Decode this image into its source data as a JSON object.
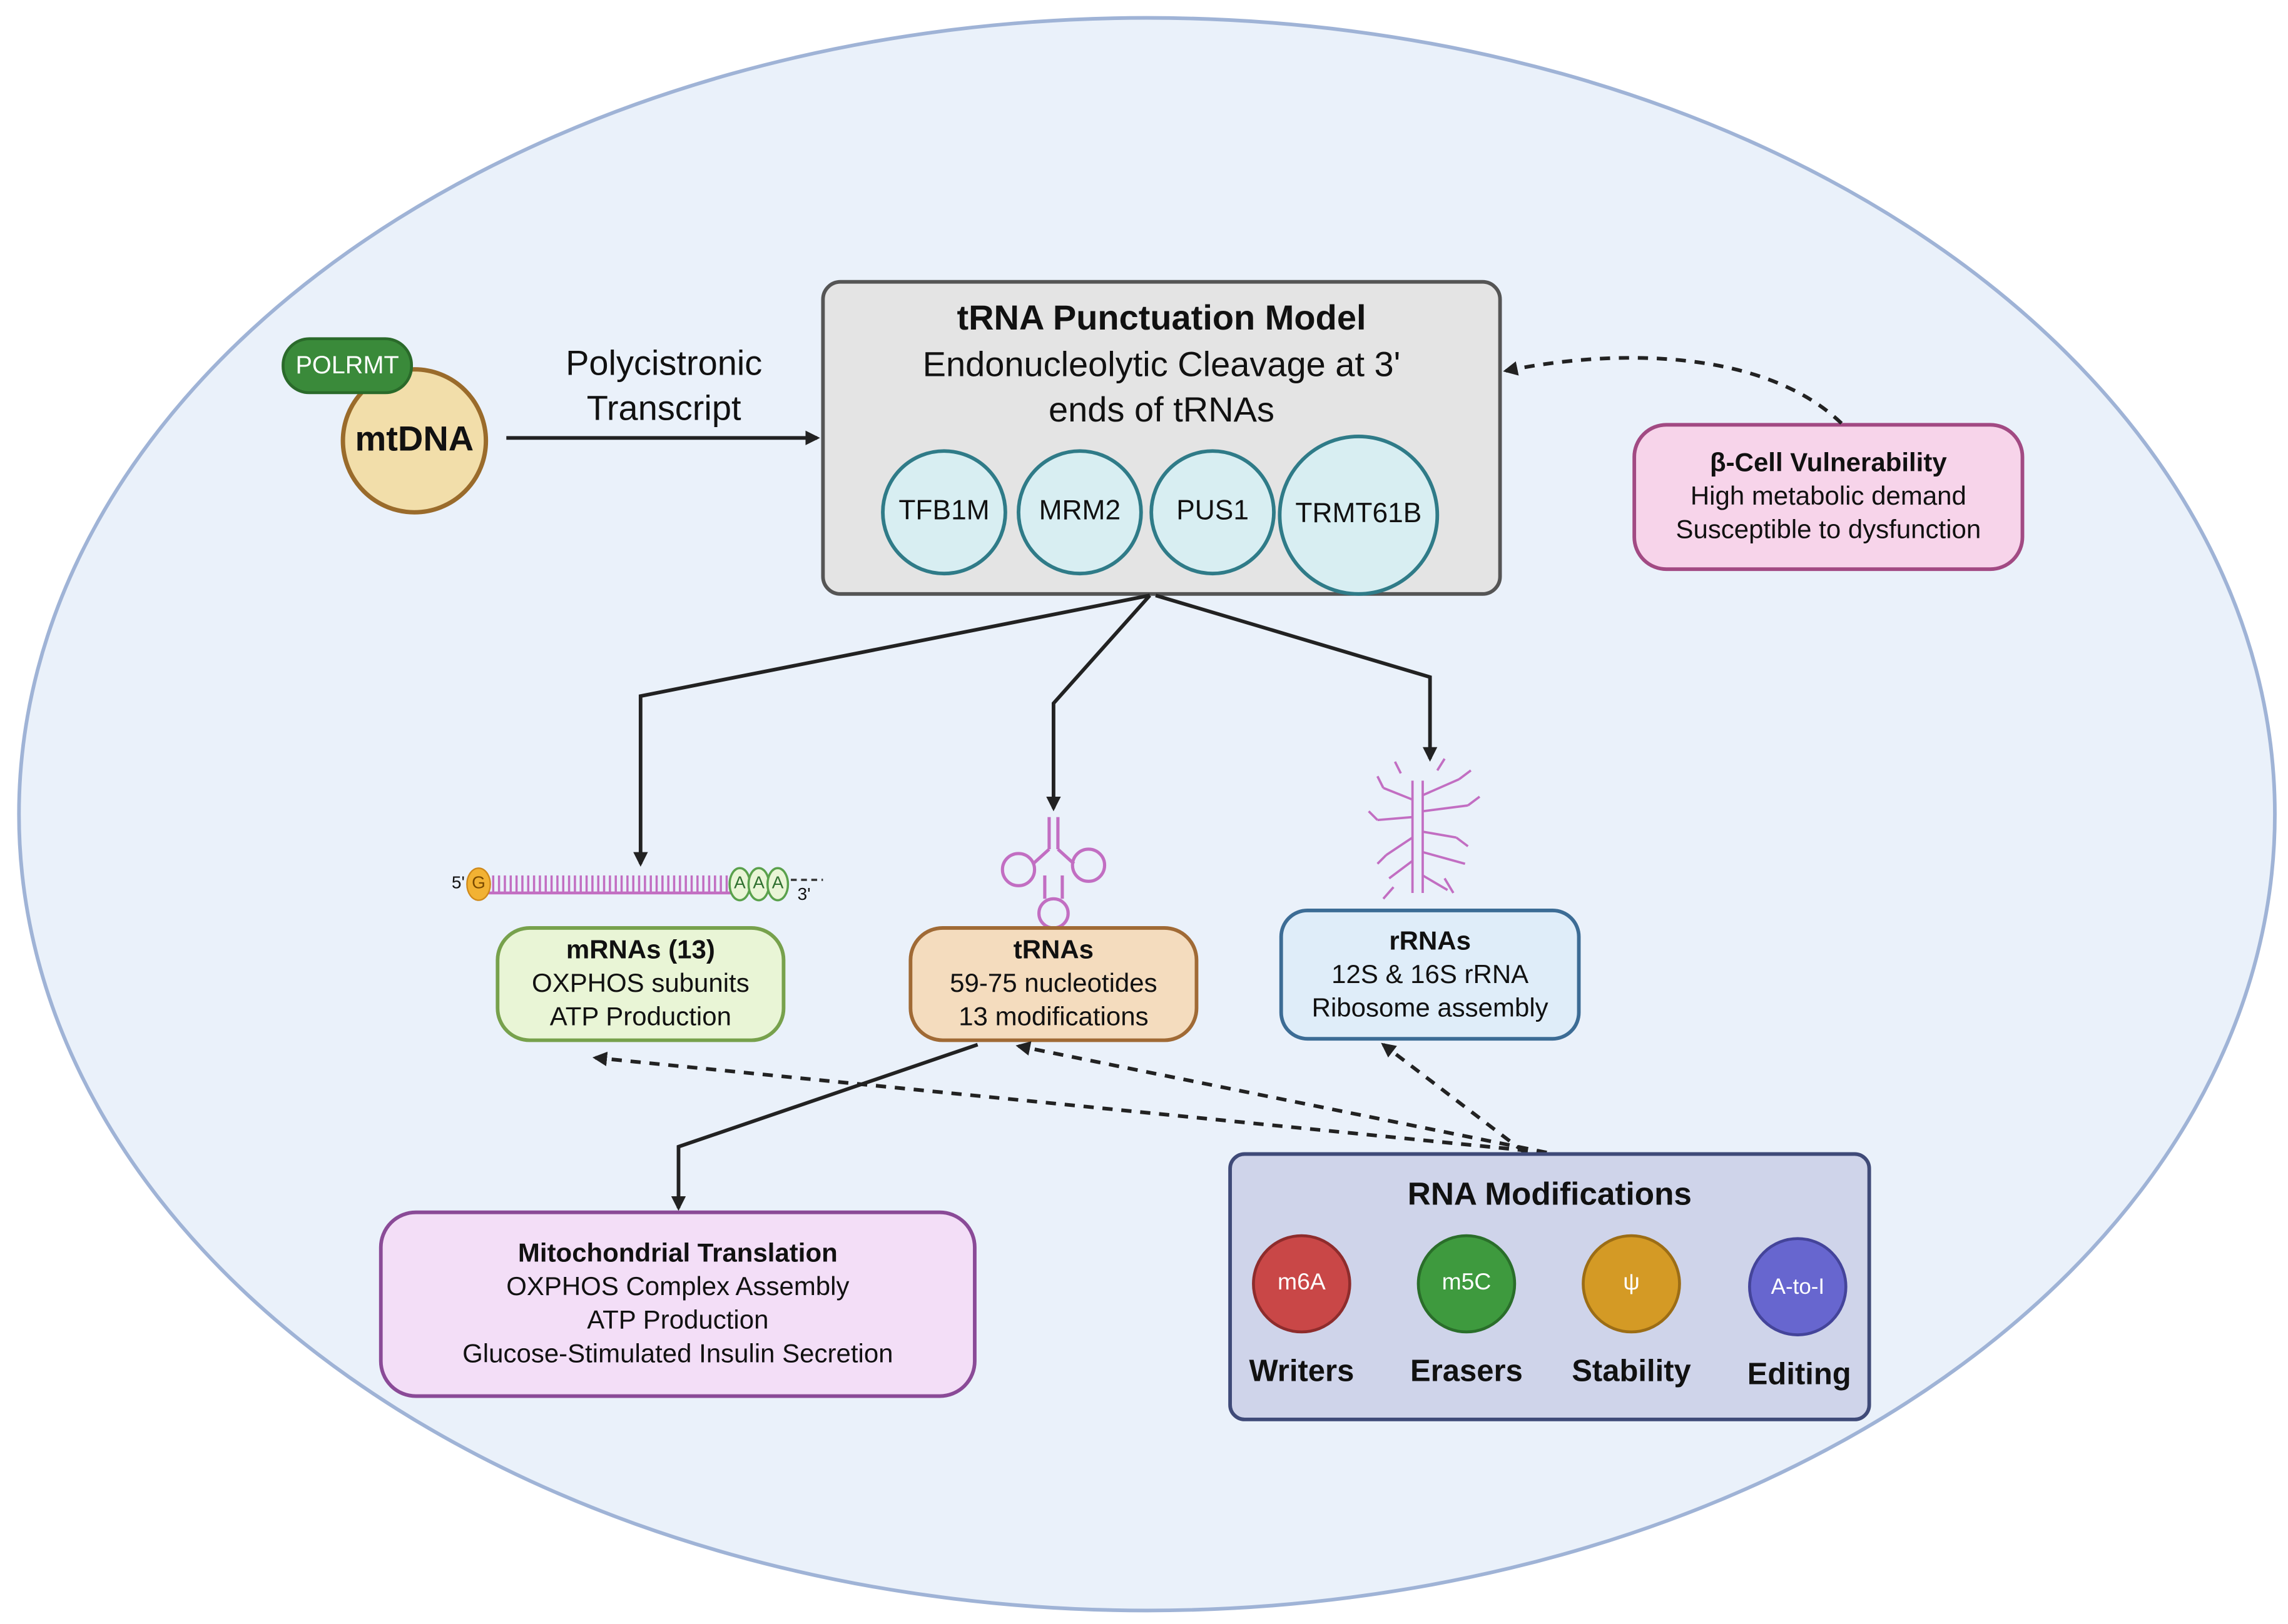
{
  "colors": {
    "cell_fill": "#eaf1fa",
    "cell_stroke": "#9fb3d6",
    "model_fill": "#e4e4e4",
    "enzyme_fill": "#d8eef2",
    "enzyme_stroke": "#2f7b88",
    "mtdna_fill": "#f2deaa",
    "mtdna_stroke": "#9a6b2b",
    "polrmt_fill": "#3a8a3a",
    "beta_fill": "#f7d4ea",
    "beta_stroke": "#a24a83",
    "mrna_fill": "#e9f5d6",
    "mrna_stroke": "#77a14c",
    "trna_fill": "#f4dcbe",
    "trna_stroke": "#a06a35",
    "rrna_fill": "#dfedf9",
    "rrna_stroke": "#3c6c95",
    "translation_fill": "#f3def7",
    "translation_stroke": "#8a4a97",
    "mods_fill": "#cfd4ea",
    "mods_stroke": "#3f4a78",
    "m6a": "#c94747",
    "m5c": "#3e9a3e",
    "psi": "#d49a25",
    "atoi": "#6766cf",
    "rna_icon": "#c26ec2",
    "arrow": "#222222"
  },
  "mtdna": {
    "label": "mtDNA",
    "polymerase": "POLRMT"
  },
  "transcript_label": [
    "Polycistronic",
    "Transcript"
  ],
  "model": {
    "title": "tRNA Punctuation Model",
    "subtitle_lines": [
      "Endonucleolytic Cleavage at 3'",
      "ends of tRNAs"
    ],
    "enzymes": [
      "TFB1M",
      "MRM2",
      "PUS1",
      "TRMT61B"
    ]
  },
  "beta_cell": {
    "title": "β-Cell Vulnerability",
    "lines": [
      "High metabolic demand",
      "Susceptible to dysfunction"
    ]
  },
  "mrna": {
    "title": "mRNAs (13)",
    "lines": [
      "OXPHOS subunits",
      "ATP Production"
    ],
    "icon": {
      "five_prime": "5'",
      "cap": "G",
      "tail": [
        "A",
        "A",
        "A"
      ],
      "three_prime": "3'"
    }
  },
  "trna": {
    "title": "tRNAs",
    "lines": [
      "59-75 nucleotides",
      "13 modifications"
    ]
  },
  "rrna": {
    "title": "rRNAs",
    "lines": [
      "12S & 16S rRNA",
      "Ribosome assembly"
    ]
  },
  "translation": {
    "title": "Mitochondrial Translation",
    "lines": [
      "OXPHOS Complex Assembly",
      "ATP Production",
      "Glucose-Stimulated Insulin Secretion"
    ]
  },
  "modifications": {
    "title": "RNA Modifications",
    "items": [
      {
        "symbol": "m6A",
        "category": "Writers"
      },
      {
        "symbol": "m5C",
        "category": "Erasers"
      },
      {
        "symbol": "ψ",
        "category": "Stability"
      },
      {
        "symbol": "A-to-I",
        "category": "Editing"
      }
    ]
  }
}
